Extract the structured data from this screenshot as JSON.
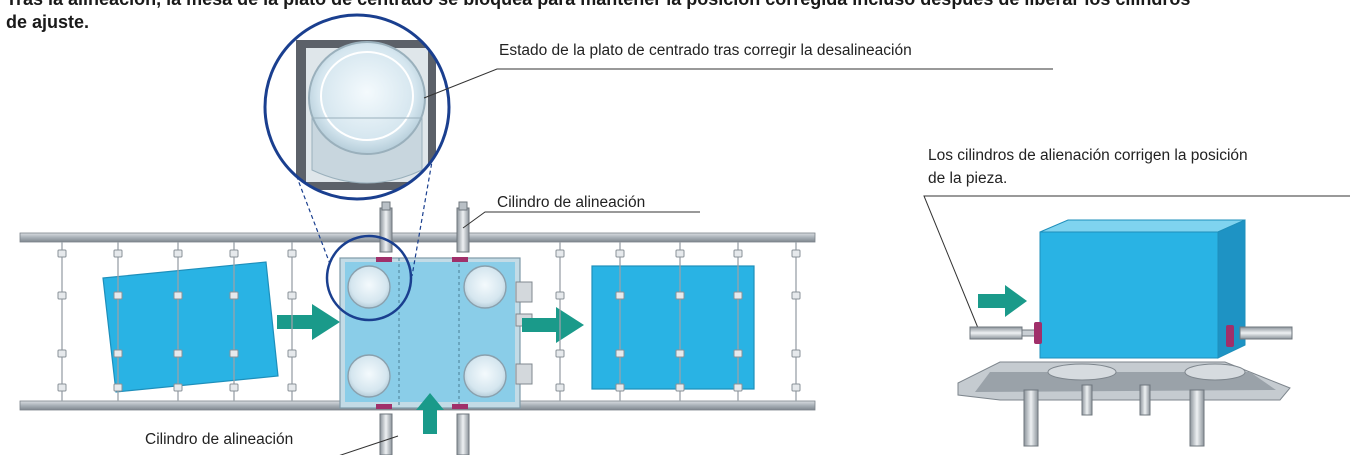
{
  "heading": {
    "line1": "Tras la alineación, la mesa de la plato de centrado se bloquea para mantener la posición corregida incluso después de liberar los cilindros",
    "line2": "de ajuste."
  },
  "labels": {
    "plate_state": "Estado de la plato de centrado tras corregir la desalineación",
    "cylinder_top": "Cilindro de alineación",
    "cylinder_bottom": "Cilindro de alineación",
    "side_line1": "Los cilindros de alienación corrigen la posición",
    "side_line2": "de la pieza."
  },
  "colors": {
    "workpiece": "#29b3e4",
    "arrow": "#1a9a8a",
    "zoom_circle": "#1a3f8f",
    "rail": "#9aa3ab"
  }
}
